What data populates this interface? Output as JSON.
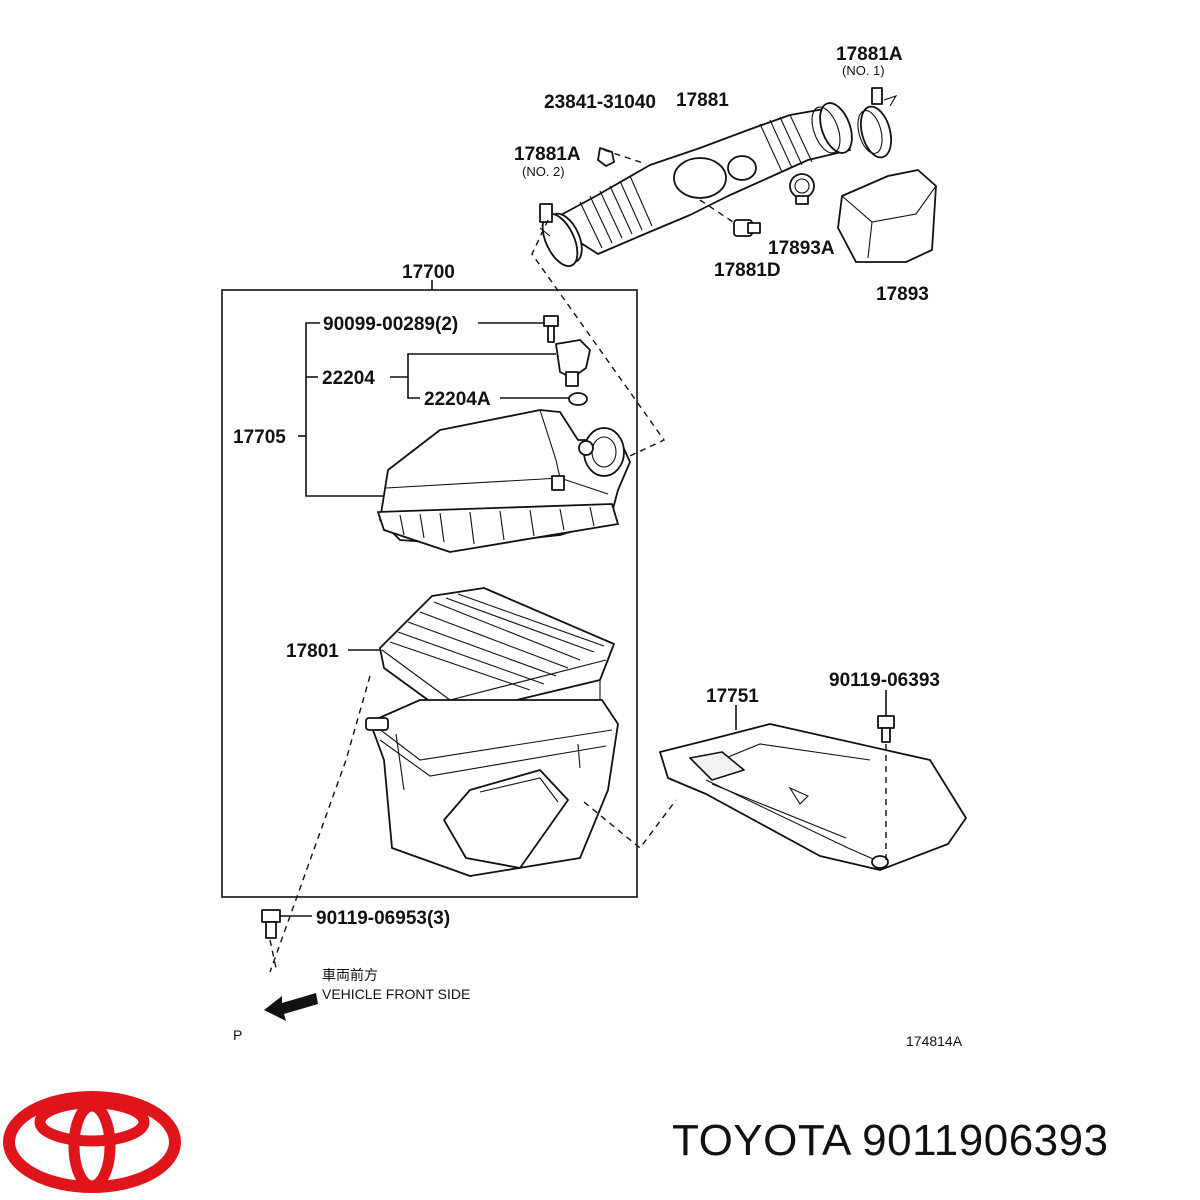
{
  "diagram": {
    "parts": {
      "p17881A_1": "17881A",
      "p17881A_1_sub": "(NO. 1)",
      "p23841": "23841-31040",
      "p17881": "17881",
      "p17881A_2": "17881A",
      "p17881A_2_sub": "(NO. 2)",
      "p17893A": "17893A",
      "p17881D": "17881D",
      "p17893": "17893",
      "p17700": "17700",
      "p90099": "90099-00289(2)",
      "p22204": "22204",
      "p22204A": "22204A",
      "p17705": "17705",
      "p17801": "17801",
      "p17751": "17751",
      "p90119_06393": "90119-06393",
      "p90119_06953": "90119-06953(3)"
    },
    "direction_jp": "車両前方",
    "direction_en": "VEHICLE FRONT SIDE",
    "marker_p": "P",
    "figure_id": "174814A"
  },
  "footer": {
    "brand": "TOYOTA",
    "part_number": "9011906393",
    "logo_color": "#e0151b"
  }
}
